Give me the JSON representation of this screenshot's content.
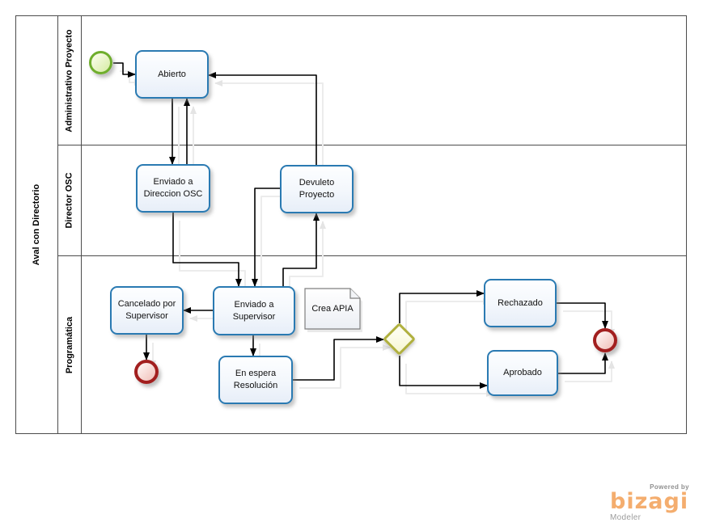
{
  "pool": {
    "title": "Aval con Directorio",
    "lanes": [
      {
        "label": "Administrativo Proyecto"
      },
      {
        "label": "Director OSC"
      },
      {
        "label": "Programática"
      }
    ]
  },
  "nodes": {
    "start_event": {
      "type": "start-event"
    },
    "abierto": {
      "label": "Abierto"
    },
    "enviado_direccion": {
      "label": "Enviado a Direccion OSC"
    },
    "devuleto": {
      "label": "Devuleto Proyecto"
    },
    "cancelado": {
      "label": "Cancelado por Supervisor"
    },
    "enviado_supervisor": {
      "label": "Enviado a Supervisor"
    },
    "crea_apia": {
      "label": "Crea APIA",
      "type": "data-object"
    },
    "en_espera": {
      "label": "En espera Resolución"
    },
    "decision_gateway": {
      "type": "exclusive-gateway"
    },
    "rechazado": {
      "label": "Rechazado"
    },
    "aprobado": {
      "label": "Aprobado"
    },
    "end_event_cancel": {
      "type": "end-event"
    },
    "end_event_final": {
      "type": "end-event"
    }
  },
  "flows": [
    {
      "from": "start_event",
      "to": "abierto"
    },
    {
      "from": "abierto",
      "to": "enviado_direccion"
    },
    {
      "from": "enviado_direccion",
      "to": "abierto"
    },
    {
      "from": "devuleto",
      "to": "abierto"
    },
    {
      "from": "enviado_direccion",
      "to": "enviado_supervisor"
    },
    {
      "from": "devuleto",
      "to": "enviado_supervisor"
    },
    {
      "from": "enviado_supervisor",
      "to": "devuleto"
    },
    {
      "from": "enviado_supervisor",
      "to": "cancelado"
    },
    {
      "from": "cancelado",
      "to": "end_event_cancel"
    },
    {
      "from": "enviado_supervisor",
      "to": "en_espera"
    },
    {
      "from": "en_espera",
      "to": "decision_gateway"
    },
    {
      "from": "decision_gateway",
      "to": "rechazado"
    },
    {
      "from": "decision_gateway",
      "to": "aprobado"
    },
    {
      "from": "rechazado",
      "to": "end_event_final"
    },
    {
      "from": "aprobado",
      "to": "end_event_final"
    }
  ],
  "branding": {
    "powered_by": "Powered by",
    "brand": "bizagi",
    "product": "Modeler"
  },
  "colors": {
    "task_border": "#2a7ab2",
    "start_event_green": "#6fae2c",
    "end_event_red": "#a21f1f",
    "gateway_yellow": "#b0b03e",
    "brand_orange": "#f4ad6e",
    "connector": "#000000"
  }
}
